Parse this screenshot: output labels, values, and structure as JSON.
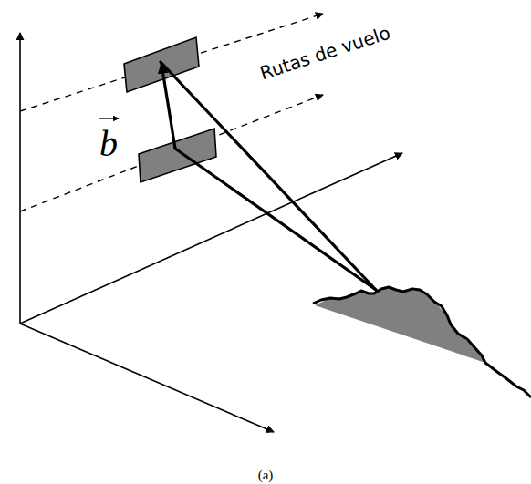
{
  "diagram": {
    "caption": "(a)",
    "labels": [
      "Rutas de vuelo",
      "b"
    ]
  }
}
